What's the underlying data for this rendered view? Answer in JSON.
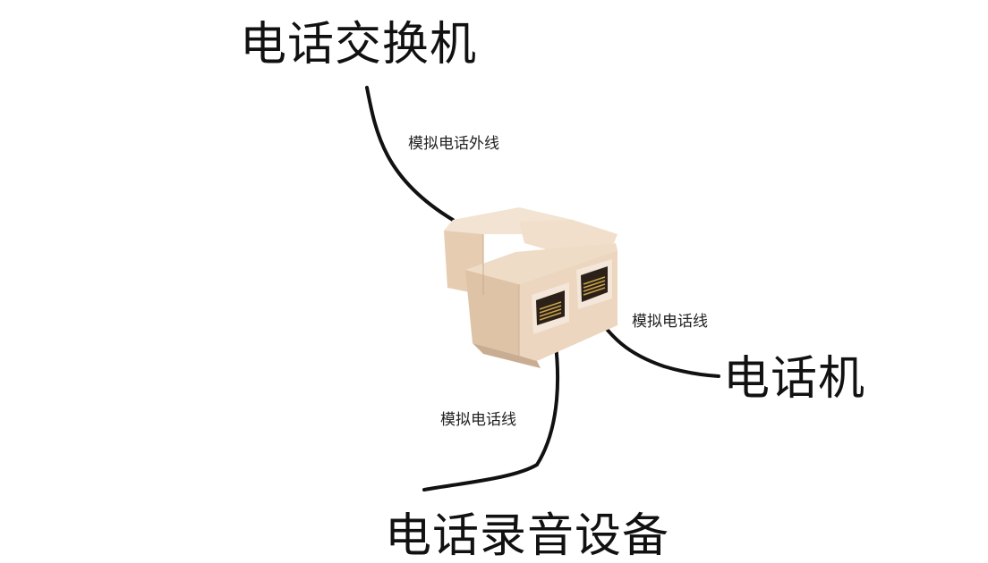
{
  "endpoints": {
    "exchange": "电话交换机",
    "phone": "电话机",
    "recorder": "电话录音设备"
  },
  "cables": {
    "outside_line": "模拟电话外线",
    "to_phone": "模拟电话线",
    "to_recorder": "模拟电话线"
  },
  "colors": {
    "background": "#ffffff",
    "cable": "#111111",
    "adapter_body": "#ecd6bf",
    "adapter_shadow": "#c9ad92",
    "port_opening": "#2b2118",
    "contact_pins": "#c9a24a"
  },
  "icons": {
    "device": "rj11-splitter-adapter-icon"
  }
}
